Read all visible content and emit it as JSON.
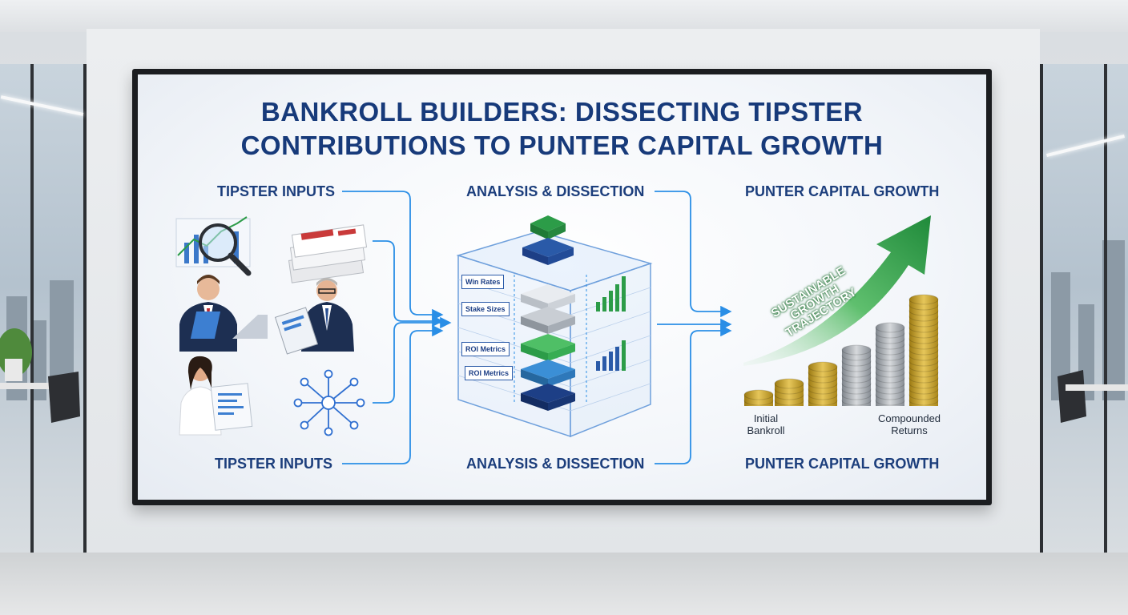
{
  "title_line1": "BANKROLL BUILDERS: DISSECTING TIPSTER",
  "title_line2": "CONTRIBUTIONS TO PUNTER CAPITAL GROWTH",
  "columns": {
    "inputs_top": "TIPSTER INPUTS",
    "inputs_bottom": "TIPSTER INPUTS",
    "analysis_top": "ANALYSIS & DISSECTION",
    "analysis_bottom": "ANALYSIS & DISSECTION",
    "growth_top": "PUNTER CAPITAL GROWTH",
    "growth_bottom": "PUNTER CAPITAL GROWTH"
  },
  "cube_tags": [
    "Win Rates",
    "Stake Sizes",
    "ROI Metrics",
    "ROI Metrics"
  ],
  "growth": {
    "arrow_text": "SUSTAINABLE GROWTH TRAJECTORY",
    "initial_label_1": "Initial",
    "initial_label_2": "Bankroll",
    "compounded_label_1": "Compounded",
    "compounded_label_2": "Returns"
  },
  "colors": {
    "title": "#173a7a",
    "flow_line": "#2a8ee6",
    "green_arrow": "#2c9c48",
    "gold_coin": "#c9a227",
    "silver_coin": "#a7acb2"
  },
  "icons": [
    "magnifier-chart-icon",
    "ticket-stack-icon",
    "analyst-laptop-icon",
    "analyst-tablet-icon",
    "analyst-report-icon",
    "neural-network-icon",
    "analysis-cube-icon",
    "growth-arrow-icon",
    "coin-stack-icon"
  ]
}
